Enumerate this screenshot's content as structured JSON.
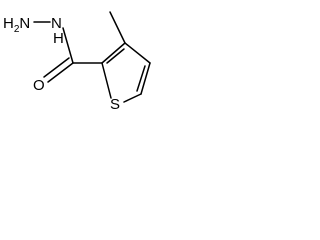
{
  "molecule": {
    "atoms": {
      "amine": {
        "element": "H",
        "subscript": "2",
        "suffix": "N"
      },
      "hydrazide_nh": {
        "text": "N",
        "subscript_h": "H"
      },
      "carbonyl_o": {
        "text": "O"
      },
      "thiophene_s": {
        "text": "S"
      }
    }
  },
  "colors": {
    "bond": "#000000",
    "text": "#000000",
    "background": "#ffffff"
  }
}
